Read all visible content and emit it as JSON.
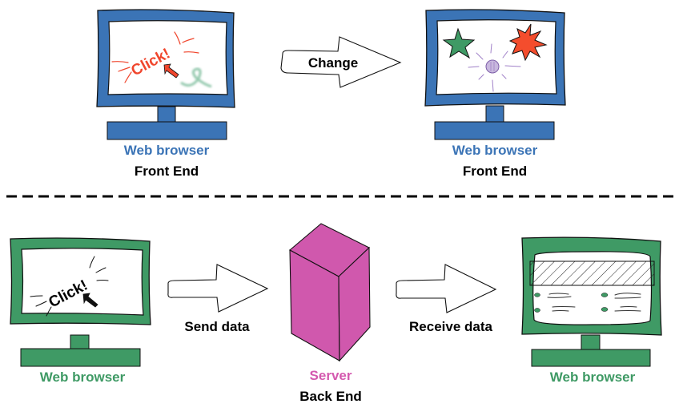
{
  "colors": {
    "front_end_monitor": "#3b74b6",
    "back_end_monitor": "#3f9a65",
    "server": "#d058ad",
    "click_red": "#f0462d",
    "star_green": "#3f9a65",
    "burst_red": "#f44d2d",
    "orb_purple": "#a78dc8"
  },
  "top_section": {
    "title": "Front end interaction",
    "left_monitor": {
      "screen_text": "Click!",
      "label": "Web browser",
      "sublabel": "Front End"
    },
    "arrow": {
      "label": "Change"
    },
    "right_monitor": {
      "label": "Web browser",
      "sublabel": "Front End"
    }
  },
  "bottom_section": {
    "left_monitor": {
      "screen_text": "Click!",
      "label": "Web browser"
    },
    "send_arrow": {
      "label": "Send data"
    },
    "server": {
      "label": "Server",
      "sublabel": "Back End"
    },
    "receive_arrow": {
      "label": "Receive data"
    },
    "right_monitor": {
      "label": "Web browser"
    }
  }
}
